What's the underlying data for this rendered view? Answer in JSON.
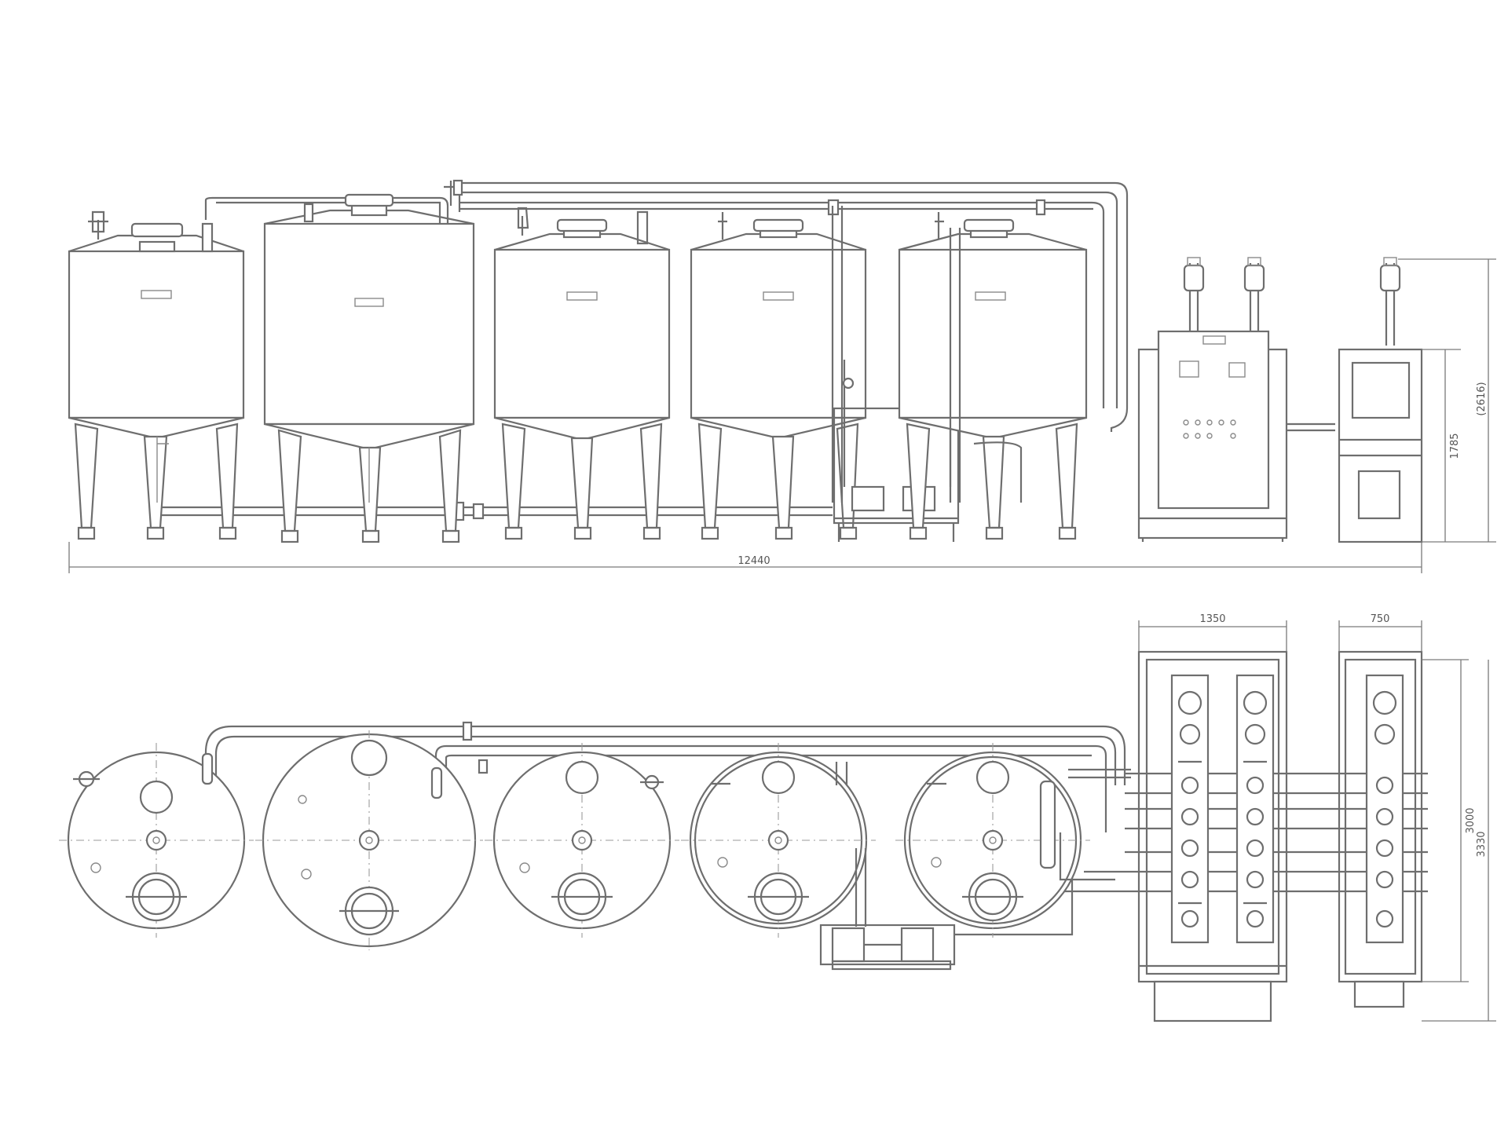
{
  "drawing": {
    "dimensions": {
      "overall_length": "12440",
      "height_total": "(2616)",
      "height_unit": "1785",
      "cip_unit_width": "1350",
      "small_unit_width": "750",
      "plan_depth_inner": "3000",
      "plan_depth_outer": "3330"
    },
    "colors": {
      "line": "#6e6e6e",
      "background": "#ffffff"
    }
  }
}
